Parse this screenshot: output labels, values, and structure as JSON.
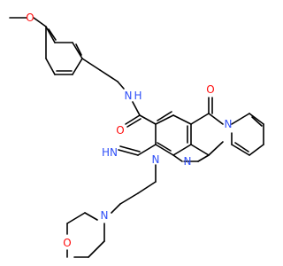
{
  "molecule": {
    "atom_labels": {
      "methoxy_o": "O",
      "amide_nh": "N",
      "amide_nh_h": "H",
      "amide_o": "O",
      "ketone_o": "O",
      "pyrido_n": "N",
      "imine_n": "HN",
      "ring_n1": "N",
      "ring_n_bridge": "N",
      "morpholine_n": "N",
      "morpholine_o": "O"
    },
    "colors": {
      "bond": "#000000",
      "oxygen": "#ff0d0d",
      "nitrogen": "#3050f8"
    }
  }
}
